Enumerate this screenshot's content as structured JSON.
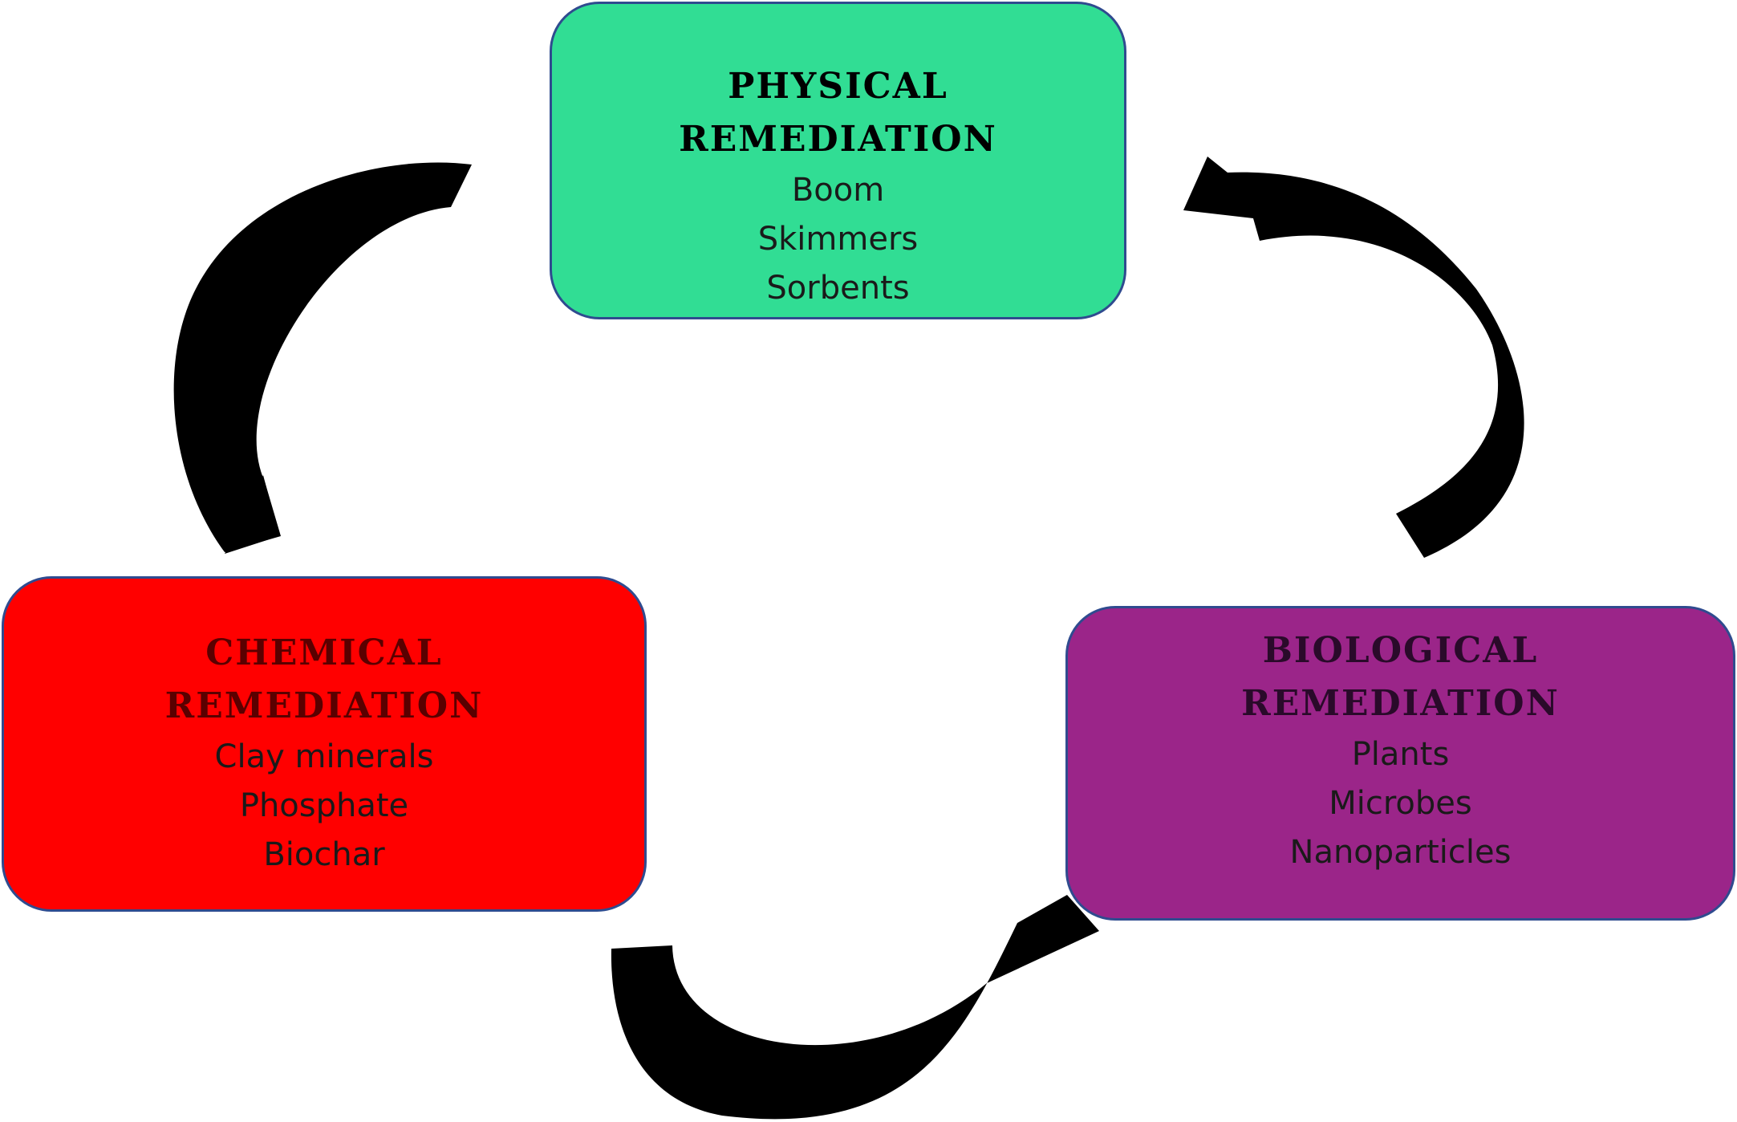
{
  "physical": {
    "title_line1": "PHYSICAL",
    "title_line2": "REMEDIATION",
    "items": [
      "Boom",
      "Skimmers",
      "Sorbents"
    ],
    "color": "#31dd94"
  },
  "chemical": {
    "title_line1": "CHEMICAL",
    "title_line2": "REMEDIATION",
    "items": [
      "Clay minerals",
      "Phosphate",
      "Biochar"
    ],
    "color": "#ff0000"
  },
  "biological": {
    "title_line1": "BIOLOGICAL",
    "title_line2": "REMEDIATION",
    "items": [
      "Plants",
      "Microbes",
      "Nanoparticles"
    ],
    "color": "#9b2589"
  },
  "cycle": [
    {
      "from": "physical",
      "to": "chemical",
      "icon": "curved-arrow-icon"
    },
    {
      "from": "chemical",
      "to": "biological",
      "icon": "curved-arrow-icon"
    },
    {
      "from": "biological",
      "to": "physical",
      "icon": "curved-arrow-icon"
    }
  ]
}
